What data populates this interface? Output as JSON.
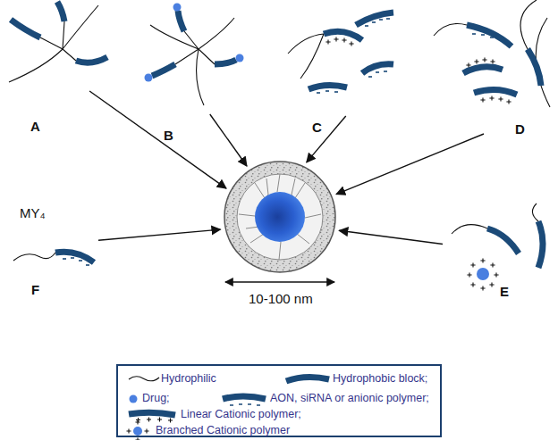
{
  "diagram": {
    "nodes": [
      {
        "text": [
          "A"
        ]
      },
      {
        "text": [
          "B"
        ]
      },
      {
        "text": [
          "C"
        ]
      },
      {
        "text": [
          "D"
        ]
      },
      {
        "text": [
          "MY₄",
          "F"
        ]
      },
      {
        "text": [
          "10-100 nm"
        ]
      },
      {
        "text": [
          "E"
        ]
      }
    ],
    "edges": [
      {
        "from": 0,
        "to": 5,
        "arrow": "to"
      },
      {
        "from": 1,
        "to": 5,
        "arrow": "to"
      },
      {
        "from": 2,
        "to": 5,
        "arrow": "to"
      },
      {
        "from": 3,
        "to": 5,
        "arrow": "to"
      },
      {
        "from": 4,
        "to": 5,
        "arrow": "to"
      },
      {
        "from": 6,
        "to": 5,
        "arrow": "to"
      }
    ],
    "legend": [
      {
        "text": "Hydrophilic"
      },
      {
        "text": "Hydrophobic block;"
      },
      {
        "text": "Drug;"
      },
      {
        "text": "AON, siRNA or anionic polymer;"
      },
      {
        "text": "Linear Cationic polymer;"
      },
      {
        "text": "Branched Cationic polymer"
      }
    ]
  }
}
